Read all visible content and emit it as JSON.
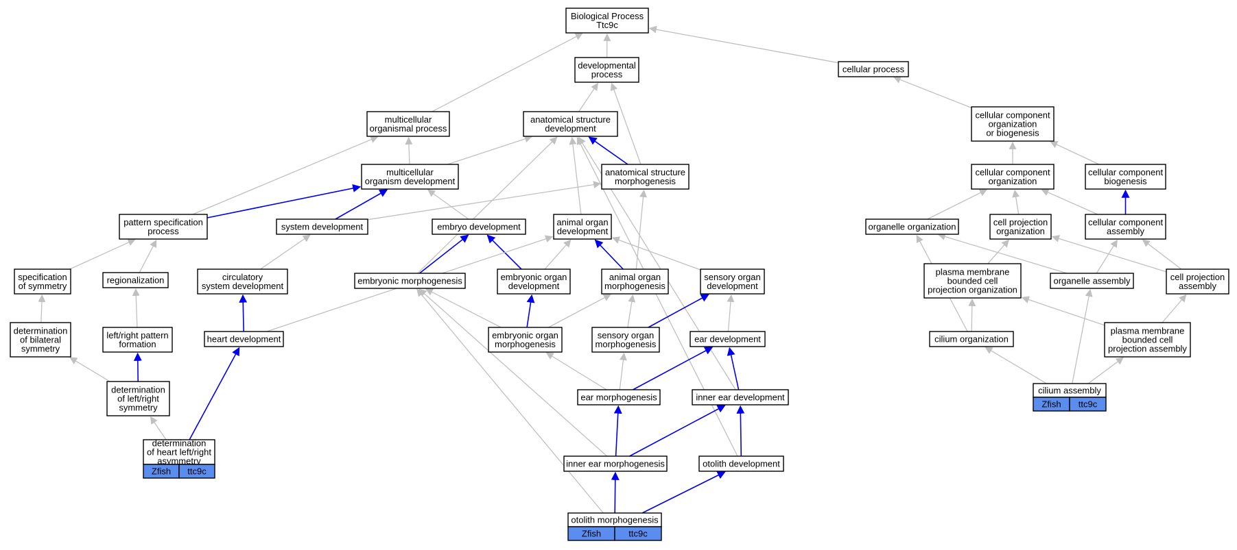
{
  "colors": {
    "gray_edge": "#c0c0c0",
    "blue_edge": "#0000ee",
    "tag_fill": "#5b8def"
  },
  "nodes": {
    "bp": {
      "lines": [
        "Biological Process",
        "Ttc9c"
      ]
    },
    "dev": {
      "lines": [
        "developmental",
        "process"
      ]
    },
    "cp": {
      "lines": [
        "cellular process"
      ]
    },
    "mop": {
      "lines": [
        "multicellular",
        "organismal process"
      ]
    },
    "asd": {
      "lines": [
        "anatomical structure",
        "development"
      ]
    },
    "ccob": {
      "lines": [
        "cellular component",
        "organization",
        "or biogenesis"
      ]
    },
    "mod": {
      "lines": [
        "multicellular",
        "organism development"
      ]
    },
    "asm": {
      "lines": [
        "anatomical structure",
        "morphogenesis"
      ]
    },
    "cco": {
      "lines": [
        "cellular component",
        "organization"
      ]
    },
    "ccb": {
      "lines": [
        "cellular component",
        "biogenesis"
      ]
    },
    "psp": {
      "lines": [
        "pattern specification",
        "process"
      ]
    },
    "sd": {
      "lines": [
        "system development"
      ]
    },
    "ed": {
      "lines": [
        "embryo development"
      ]
    },
    "aod": {
      "lines": [
        "animal organ",
        "development"
      ]
    },
    "oo": {
      "lines": [
        "organelle organization"
      ]
    },
    "cpo": {
      "lines": [
        "cell projection",
        "organization"
      ]
    },
    "cca": {
      "lines": [
        "cellular component",
        "assembly"
      ]
    },
    "sos": {
      "lines": [
        "specification",
        "of symmetry"
      ]
    },
    "reg": {
      "lines": [
        "regionalization"
      ]
    },
    "csd": {
      "lines": [
        "circulatory",
        "system development"
      ]
    },
    "em": {
      "lines": [
        "embryonic morphogenesis"
      ]
    },
    "eod": {
      "lines": [
        "embryonic organ",
        "development"
      ]
    },
    "aom": {
      "lines": [
        "animal organ",
        "morphogenesis"
      ]
    },
    "sod": {
      "lines": [
        "sensory organ",
        "development"
      ]
    },
    "pmbcpo": {
      "lines": [
        "plasma membrane",
        "bounded cell",
        "projection organization"
      ]
    },
    "oa": {
      "lines": [
        "organelle assembly"
      ]
    },
    "cpa": {
      "lines": [
        "cell projection",
        "assembly"
      ]
    },
    "dbs": {
      "lines": [
        "determination",
        "of bilateral",
        "symmetry"
      ]
    },
    "lrpf": {
      "lines": [
        "left/right pattern",
        "formation"
      ]
    },
    "hd": {
      "lines": [
        "heart development"
      ]
    },
    "eom": {
      "lines": [
        "embryonic organ",
        "morphogenesis"
      ]
    },
    "som": {
      "lines": [
        "sensory organ",
        "morphogenesis"
      ]
    },
    "eard": {
      "lines": [
        "ear development"
      ]
    },
    "co": {
      "lines": [
        "cilium organization"
      ]
    },
    "pmbcpa": {
      "lines": [
        "plasma membrane",
        "bounded cell",
        "projection assembly"
      ]
    },
    "dlrs": {
      "lines": [
        "determination",
        "of left/right",
        "symmetry"
      ]
    },
    "earm": {
      "lines": [
        "ear morphogenesis"
      ]
    },
    "ied": {
      "lines": [
        "inner ear development"
      ]
    },
    "ca": {
      "lines": [
        "cilium assembly"
      ],
      "tags": [
        "Zfish",
        "ttc9c"
      ]
    },
    "dhlra": {
      "lines": [
        "determination",
        "of heart left/right",
        "asymmetry"
      ],
      "tags": [
        "Zfish",
        "ttc9c"
      ]
    },
    "iem": {
      "lines": [
        "inner ear morphogenesis"
      ]
    },
    "otd": {
      "lines": [
        "otolith development"
      ]
    },
    "otm": {
      "lines": [
        "otolith morphogenesis"
      ],
      "tags": [
        "Zfish",
        "ttc9c"
      ]
    }
  },
  "edges": [
    {
      "from": "dev",
      "to": "bp",
      "kind": "gray"
    },
    {
      "from": "mop",
      "to": "bp",
      "kind": "gray"
    },
    {
      "from": "cp",
      "to": "bp",
      "kind": "gray"
    },
    {
      "from": "asd",
      "to": "dev",
      "kind": "gray"
    },
    {
      "from": "asm",
      "to": "dev",
      "kind": "gray"
    },
    {
      "from": "ccob",
      "to": "cp",
      "kind": "gray"
    },
    {
      "from": "mod",
      "to": "mop",
      "kind": "gray"
    },
    {
      "from": "psp",
      "to": "mop",
      "kind": "gray"
    },
    {
      "from": "mod",
      "to": "asd",
      "kind": "gray"
    },
    {
      "from": "asm",
      "to": "asd",
      "kind": "blue"
    },
    {
      "from": "aod",
      "to": "asd",
      "kind": "gray"
    },
    {
      "from": "em",
      "to": "asd",
      "kind": "gray"
    },
    {
      "from": "ied",
      "to": "asd",
      "kind": "gray"
    },
    {
      "from": "otd",
      "to": "asd",
      "kind": "gray"
    },
    {
      "from": "cco",
      "to": "ccob",
      "kind": "gray"
    },
    {
      "from": "ccb",
      "to": "ccob",
      "kind": "gray"
    },
    {
      "from": "cca",
      "to": "ccb",
      "kind": "blue"
    },
    {
      "from": "psp",
      "to": "mod",
      "kind": "blue"
    },
    {
      "from": "sd",
      "to": "mod",
      "kind": "blue"
    },
    {
      "from": "ed",
      "to": "mod",
      "kind": "gray"
    },
    {
      "from": "sd",
      "to": "asm",
      "kind": "gray"
    },
    {
      "from": "aom",
      "to": "asm",
      "kind": "gray"
    },
    {
      "from": "oo",
      "to": "cco",
      "kind": "gray"
    },
    {
      "from": "cpo",
      "to": "cco",
      "kind": "gray"
    },
    {
      "from": "cca",
      "to": "cco",
      "kind": "gray"
    },
    {
      "from": "sos",
      "to": "psp",
      "kind": "gray"
    },
    {
      "from": "reg",
      "to": "psp",
      "kind": "gray"
    },
    {
      "from": "csd",
      "to": "sd",
      "kind": "gray"
    },
    {
      "from": "em",
      "to": "ed",
      "kind": "blue"
    },
    {
      "from": "eod",
      "to": "ed",
      "kind": "blue"
    },
    {
      "from": "eod",
      "to": "aod",
      "kind": "gray"
    },
    {
      "from": "aom",
      "to": "aod",
      "kind": "blue"
    },
    {
      "from": "sod",
      "to": "aod",
      "kind": "gray"
    },
    {
      "from": "hd",
      "to": "aod",
      "kind": "gray"
    },
    {
      "from": "pmbcpo",
      "to": "cpo",
      "kind": "gray"
    },
    {
      "from": "cpa",
      "to": "cpo",
      "kind": "gray"
    },
    {
      "from": "oa",
      "to": "oo",
      "kind": "gray"
    },
    {
      "from": "co",
      "to": "oo",
      "kind": "gray"
    },
    {
      "from": "oa",
      "to": "cca",
      "kind": "gray"
    },
    {
      "from": "cpa",
      "to": "cca",
      "kind": "gray"
    },
    {
      "from": "dbs",
      "to": "sos",
      "kind": "gray"
    },
    {
      "from": "lrpf",
      "to": "reg",
      "kind": "gray"
    },
    {
      "from": "hd",
      "to": "csd",
      "kind": "blue"
    },
    {
      "from": "eom",
      "to": "em",
      "kind": "gray"
    },
    {
      "from": "iem",
      "to": "em",
      "kind": "gray"
    },
    {
      "from": "otm",
      "to": "em",
      "kind": "gray"
    },
    {
      "from": "eom",
      "to": "eod",
      "kind": "blue"
    },
    {
      "from": "eom",
      "to": "aom",
      "kind": "gray"
    },
    {
      "from": "som",
      "to": "aom",
      "kind": "gray"
    },
    {
      "from": "som",
      "to": "sod",
      "kind": "blue"
    },
    {
      "from": "eard",
      "to": "sod",
      "kind": "gray"
    },
    {
      "from": "co",
      "to": "pmbcpo",
      "kind": "gray"
    },
    {
      "from": "pmbcpa",
      "to": "pmbcpo",
      "kind": "gray"
    },
    {
      "from": "ca",
      "to": "oa",
      "kind": "gray"
    },
    {
      "from": "pmbcpa",
      "to": "cpa",
      "kind": "gray"
    },
    {
      "from": "dlrs",
      "to": "dbs",
      "kind": "gray"
    },
    {
      "from": "dlrs",
      "to": "lrpf",
      "kind": "blue"
    },
    {
      "from": "dhlra",
      "to": "hd",
      "kind": "blue"
    },
    {
      "from": "earm",
      "to": "eom",
      "kind": "gray"
    },
    {
      "from": "earm",
      "to": "som",
      "kind": "gray"
    },
    {
      "from": "earm",
      "to": "eard",
      "kind": "blue"
    },
    {
      "from": "ied",
      "to": "eard",
      "kind": "blue"
    },
    {
      "from": "ca",
      "to": "co",
      "kind": "gray"
    },
    {
      "from": "ca",
      "to": "pmbcpa",
      "kind": "gray"
    },
    {
      "from": "dhlra",
      "to": "dlrs",
      "kind": "gray"
    },
    {
      "from": "iem",
      "to": "earm",
      "kind": "blue"
    },
    {
      "from": "iem",
      "to": "ied",
      "kind": "blue"
    },
    {
      "from": "otd",
      "to": "ied",
      "kind": "blue"
    },
    {
      "from": "otm",
      "to": "iem",
      "kind": "blue"
    },
    {
      "from": "otm",
      "to": "otd",
      "kind": "blue"
    }
  ]
}
